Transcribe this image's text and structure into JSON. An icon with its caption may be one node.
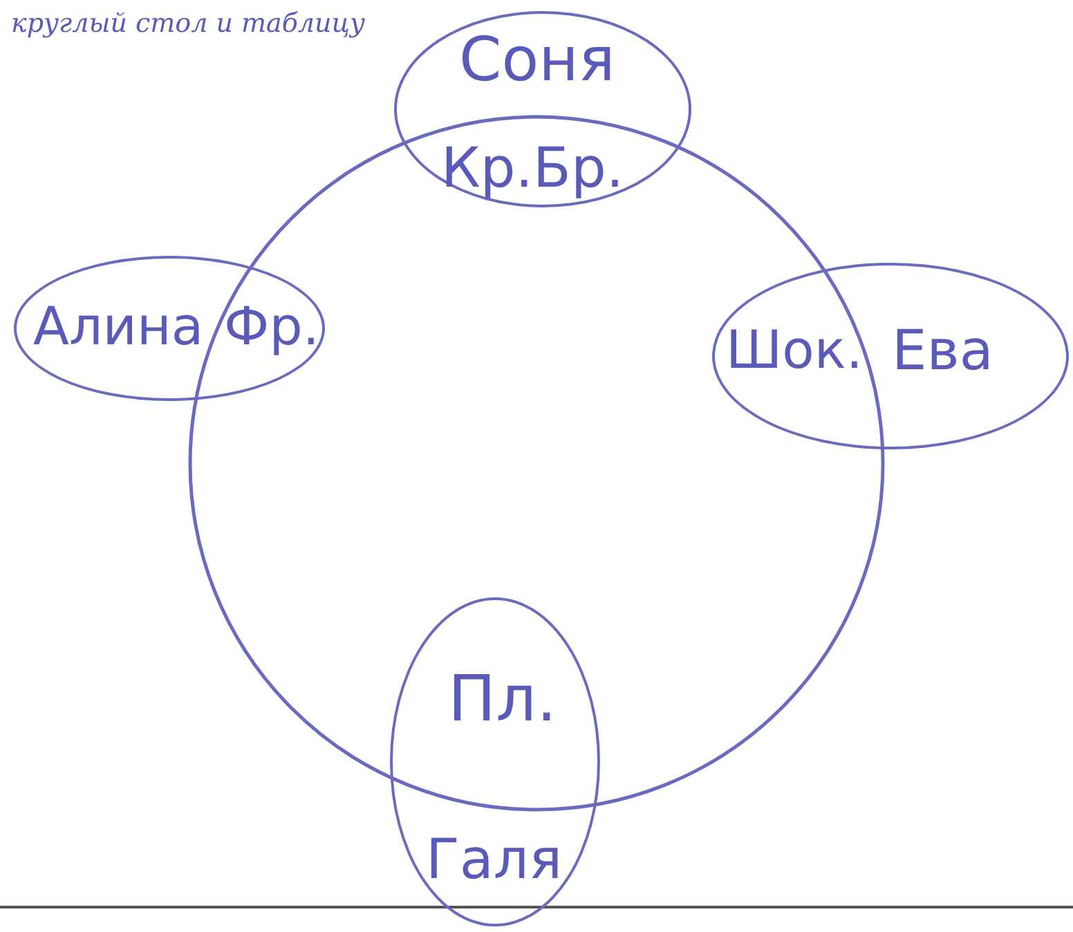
{
  "diagram": {
    "nodes": [
      {
        "text": [],
        "shape": "circle"
      },
      {
        "text": [
          "Соня",
          "Кр.Бр."
        ]
      },
      {
        "text": [
          "Алина",
          "Фр."
        ]
      },
      {
        "text": [
          "Шок.",
          "Ева"
        ]
      },
      {
        "text": [
          "Пл.",
          "Галя"
        ]
      }
    ],
    "edges": [],
    "labels": [
      "круглый стол и таблицу"
    ]
  }
}
